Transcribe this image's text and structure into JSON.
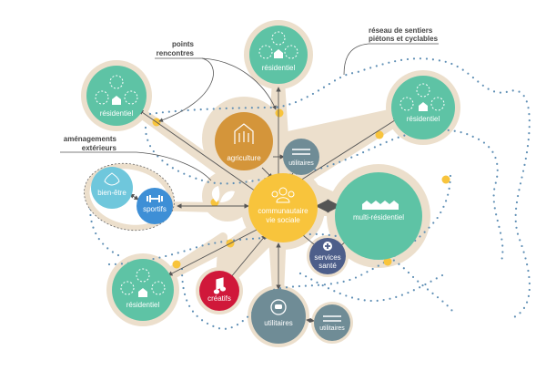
{
  "annotations": {
    "meeting_points": [
      "points",
      "rencontres"
    ],
    "outdoor": [
      "aménagements",
      "extérieurs"
    ],
    "paths": [
      "réseau de sentiers",
      "piétons et cyclables"
    ]
  },
  "nodes": {
    "res_top": "résidentiel",
    "res_left": "résidentiel",
    "res_right": "résidentiel",
    "res_bottom": "résidentiel",
    "agriculture": "agriculture",
    "util_small_top": "utilitaires",
    "bien_etre": "bien-être",
    "sportifs": "sportifs",
    "community": [
      "communautaire",
      "vie sociale"
    ],
    "multi_res": "multi-résidentiel",
    "health": [
      "services",
      "santé"
    ],
    "creatifs": "créatifs",
    "util_bottom": "utilitaires",
    "util_small_bottom": "utilitaires"
  },
  "colors": {
    "residential": "#5ec3a5",
    "agriculture": "#d4953a",
    "utilities": "#6f8c96",
    "community": "#f8c43c",
    "wellbeing": "#6fc7dc",
    "sports": "#3e8fd6",
    "health": "#4d5e8a",
    "creative": "#d0183a",
    "path_dots": "#5f8fb5",
    "halo": "#ecdfcc"
  }
}
